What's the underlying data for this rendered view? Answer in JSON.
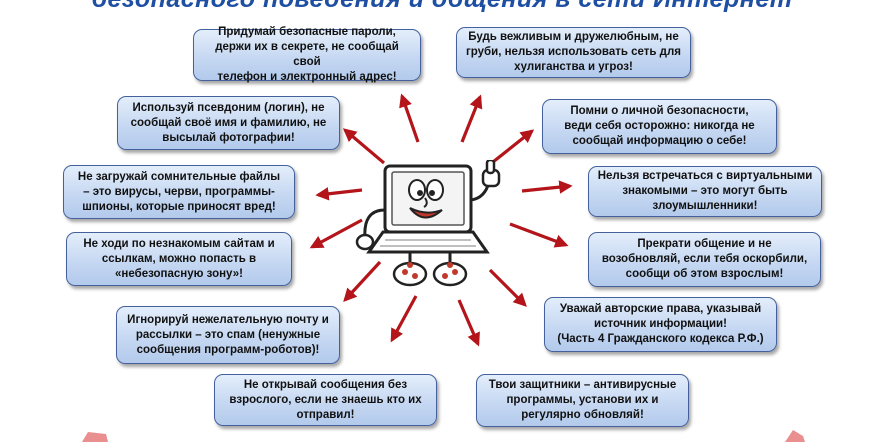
{
  "title": "безопасного поведения и общения в сети Интернет",
  "colors": {
    "box_border": "#44619d",
    "box_fill_top": "#e4eefb",
    "box_fill_bottom": "#b3caec",
    "arrow": "#b3151a",
    "title": "#1f4fa2"
  },
  "rules": [
    {
      "id": "passwords",
      "text": "Придумай безопасные пароли,\nдержи их в секрете, не сообщай свой\nтелефон и электронный адрес!"
    },
    {
      "id": "polite",
      "text": "Будь вежливым и дружелюбным, не\nгруби, нельзя использовать сеть для\nхулиганства и угроз!"
    },
    {
      "id": "nickname",
      "text": "Используй псевдоним (логин), не\nсообщай своё имя и фамилию, не\nвысылай фотографии!"
    },
    {
      "id": "safety",
      "text": "Помни о личной безопасности,\nведи себя осторожно: никогда не\nсообщай информацию о себе!"
    },
    {
      "id": "files",
      "text": "Не загружай сомнительные файлы\n– это вирусы, черви, программы-\nшпионы, которые приносят вред!"
    },
    {
      "id": "meetings",
      "text": "Нельзя встречаться с виртуальными\nзнакомыми – это могут быть\nзлоумышленники!"
    },
    {
      "id": "sites",
      "text": "Не ходи по незнакомым сайтам и\nссылкам, можно попасть в\n«небезопасную зону»!"
    },
    {
      "id": "stop-contact",
      "text": "Прекрати общение и не\nвозобновляй, если тебя оскорбили,\nсообщи об этом взрослым!"
    },
    {
      "id": "spam",
      "text": "Игнорируй нежелательную почту и\nрассылки – это спам (ненужные\nсообщения программ-роботов)!"
    },
    {
      "id": "copyright",
      "text": "Уважай авторские  права, указывай\nисточник информации!\n(Часть 4 Гражданского кодекса Р.Ф.)"
    },
    {
      "id": "messages",
      "text": "Не открывай сообщения без\nвзрослого, если не знаешь кто их\nотправил!"
    },
    {
      "id": "protectors",
      "text": "Твои защитники – антивирусные\nпрограммы, установи их и\nрегулярно обновляй!"
    }
  ],
  "mascot": {
    "icon": "laptop-character-icon"
  }
}
